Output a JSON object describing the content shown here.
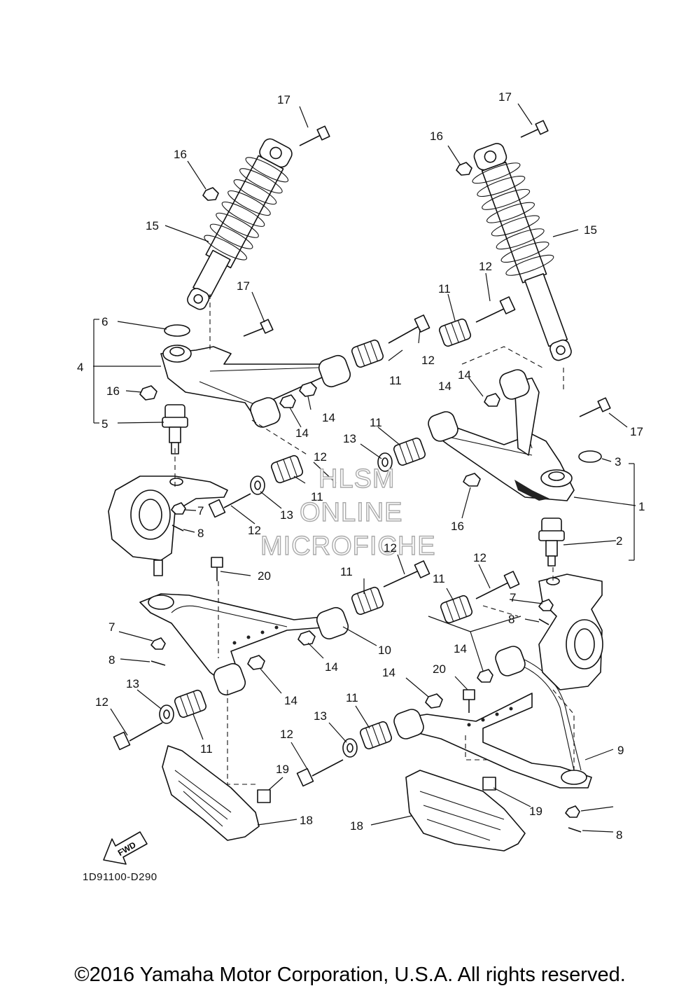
{
  "diagram_code": "1D91100-D290",
  "copyright": "©2016 Yamaha Motor Corporation, U.S.A. All rights reserved.",
  "watermark": {
    "line1": "HLSM",
    "line2": "ONLINE",
    "line3": "MICROFICHE"
  },
  "fwd_label": "FWD",
  "callouts": {
    "c1": "1",
    "c2": "2",
    "c3": "3",
    "c4": "4",
    "c5": "5",
    "c6": "6",
    "c7a": "7",
    "c7b": "7",
    "c7c": "7",
    "c8a": "8",
    "c8b": "8",
    "c8c": "8",
    "c8d": "8",
    "c9": "9",
    "c10": "10",
    "c11a": "11",
    "c11b": "11",
    "c11c": "11",
    "c11d": "11",
    "c11e": "11",
    "c11f": "11",
    "c11g": "11",
    "c11h": "11",
    "c12a": "12",
    "c12b": "12",
    "c12c": "12",
    "c12d": "12",
    "c12e": "12",
    "c12f": "12",
    "c12g": "12",
    "c12h": "12",
    "c13a": "13",
    "c13b": "13",
    "c13c": "13",
    "c13d": "13",
    "c14a": "14",
    "c14b": "14",
    "c14c": "14",
    "c14d": "14",
    "c14e": "14",
    "c14f": "14",
    "c14g": "14",
    "c14h": "14",
    "c15a": "15",
    "c15b": "15",
    "c16a": "16",
    "c16b": "16",
    "c16c": "16",
    "c16d": "16",
    "c17a": "17",
    "c17b": "17",
    "c17c": "17",
    "c17d": "17",
    "c18a": "18",
    "c18b": "18",
    "c19a": "19",
    "c19b": "19",
    "c20a": "20",
    "c20b": "20"
  }
}
